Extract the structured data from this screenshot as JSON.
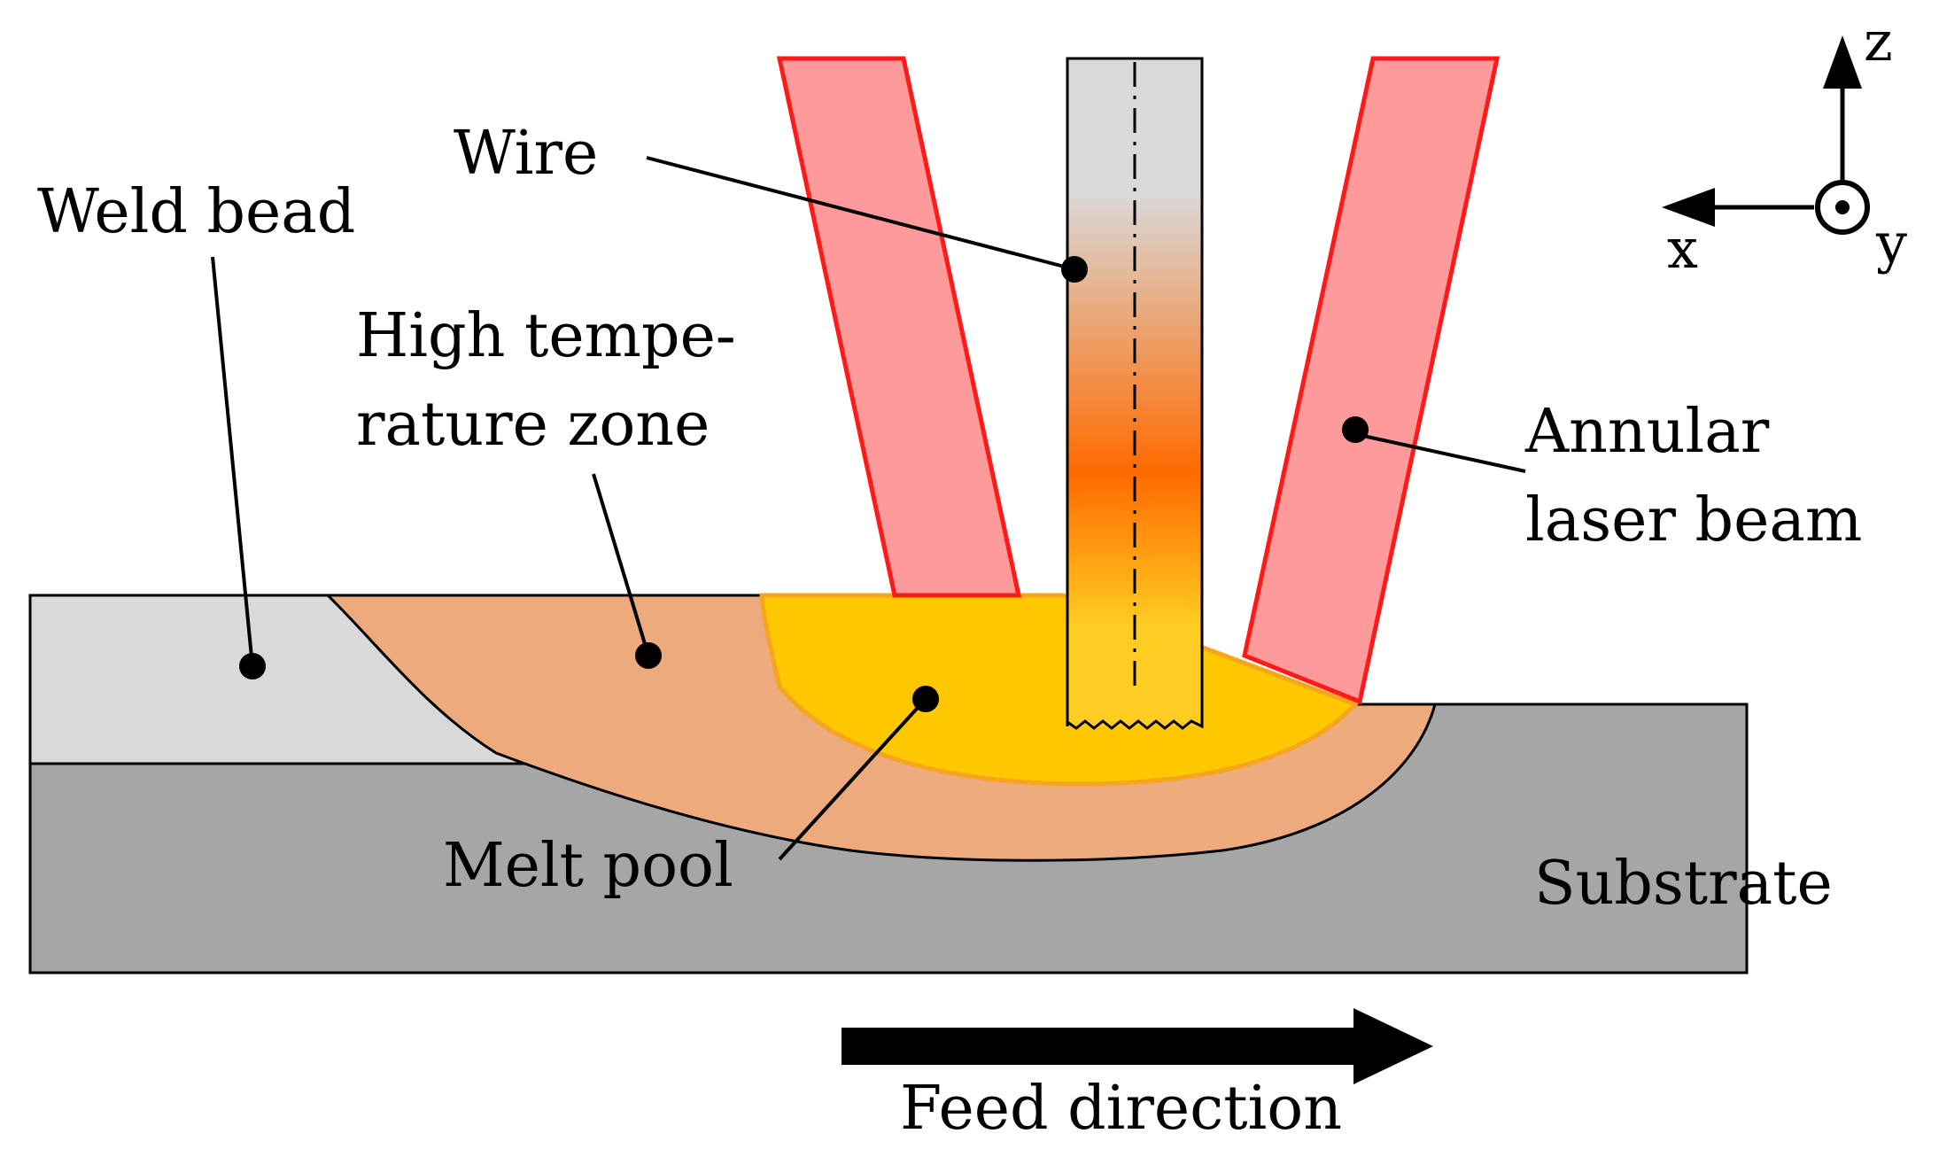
{
  "labels": {
    "wire": "Wire",
    "weld_bead": "Weld bead",
    "high_temp_line1": "High tempe-",
    "high_temp_line2": "rature zone",
    "annular_line1": "Annular",
    "annular_line2": "laser beam",
    "melt_pool": "Melt pool",
    "substrate": "Substrate",
    "feed_direction": "Feed direction"
  },
  "axes": {
    "z": "z",
    "x": "x",
    "y": "y"
  },
  "colors": {
    "substrate": "#a6a6a6",
    "weld_bead": "#d9d9d9",
    "high_temp_zone": "#edaa7c",
    "melt_pool": "#ffc800",
    "melt_pool_outline": "#f7a51e",
    "laser_fill": "#ff9a9a",
    "laser_outline": "#ff1a1a",
    "wire": "#d9d9d9",
    "wire_hot": "#ff6a00"
  }
}
